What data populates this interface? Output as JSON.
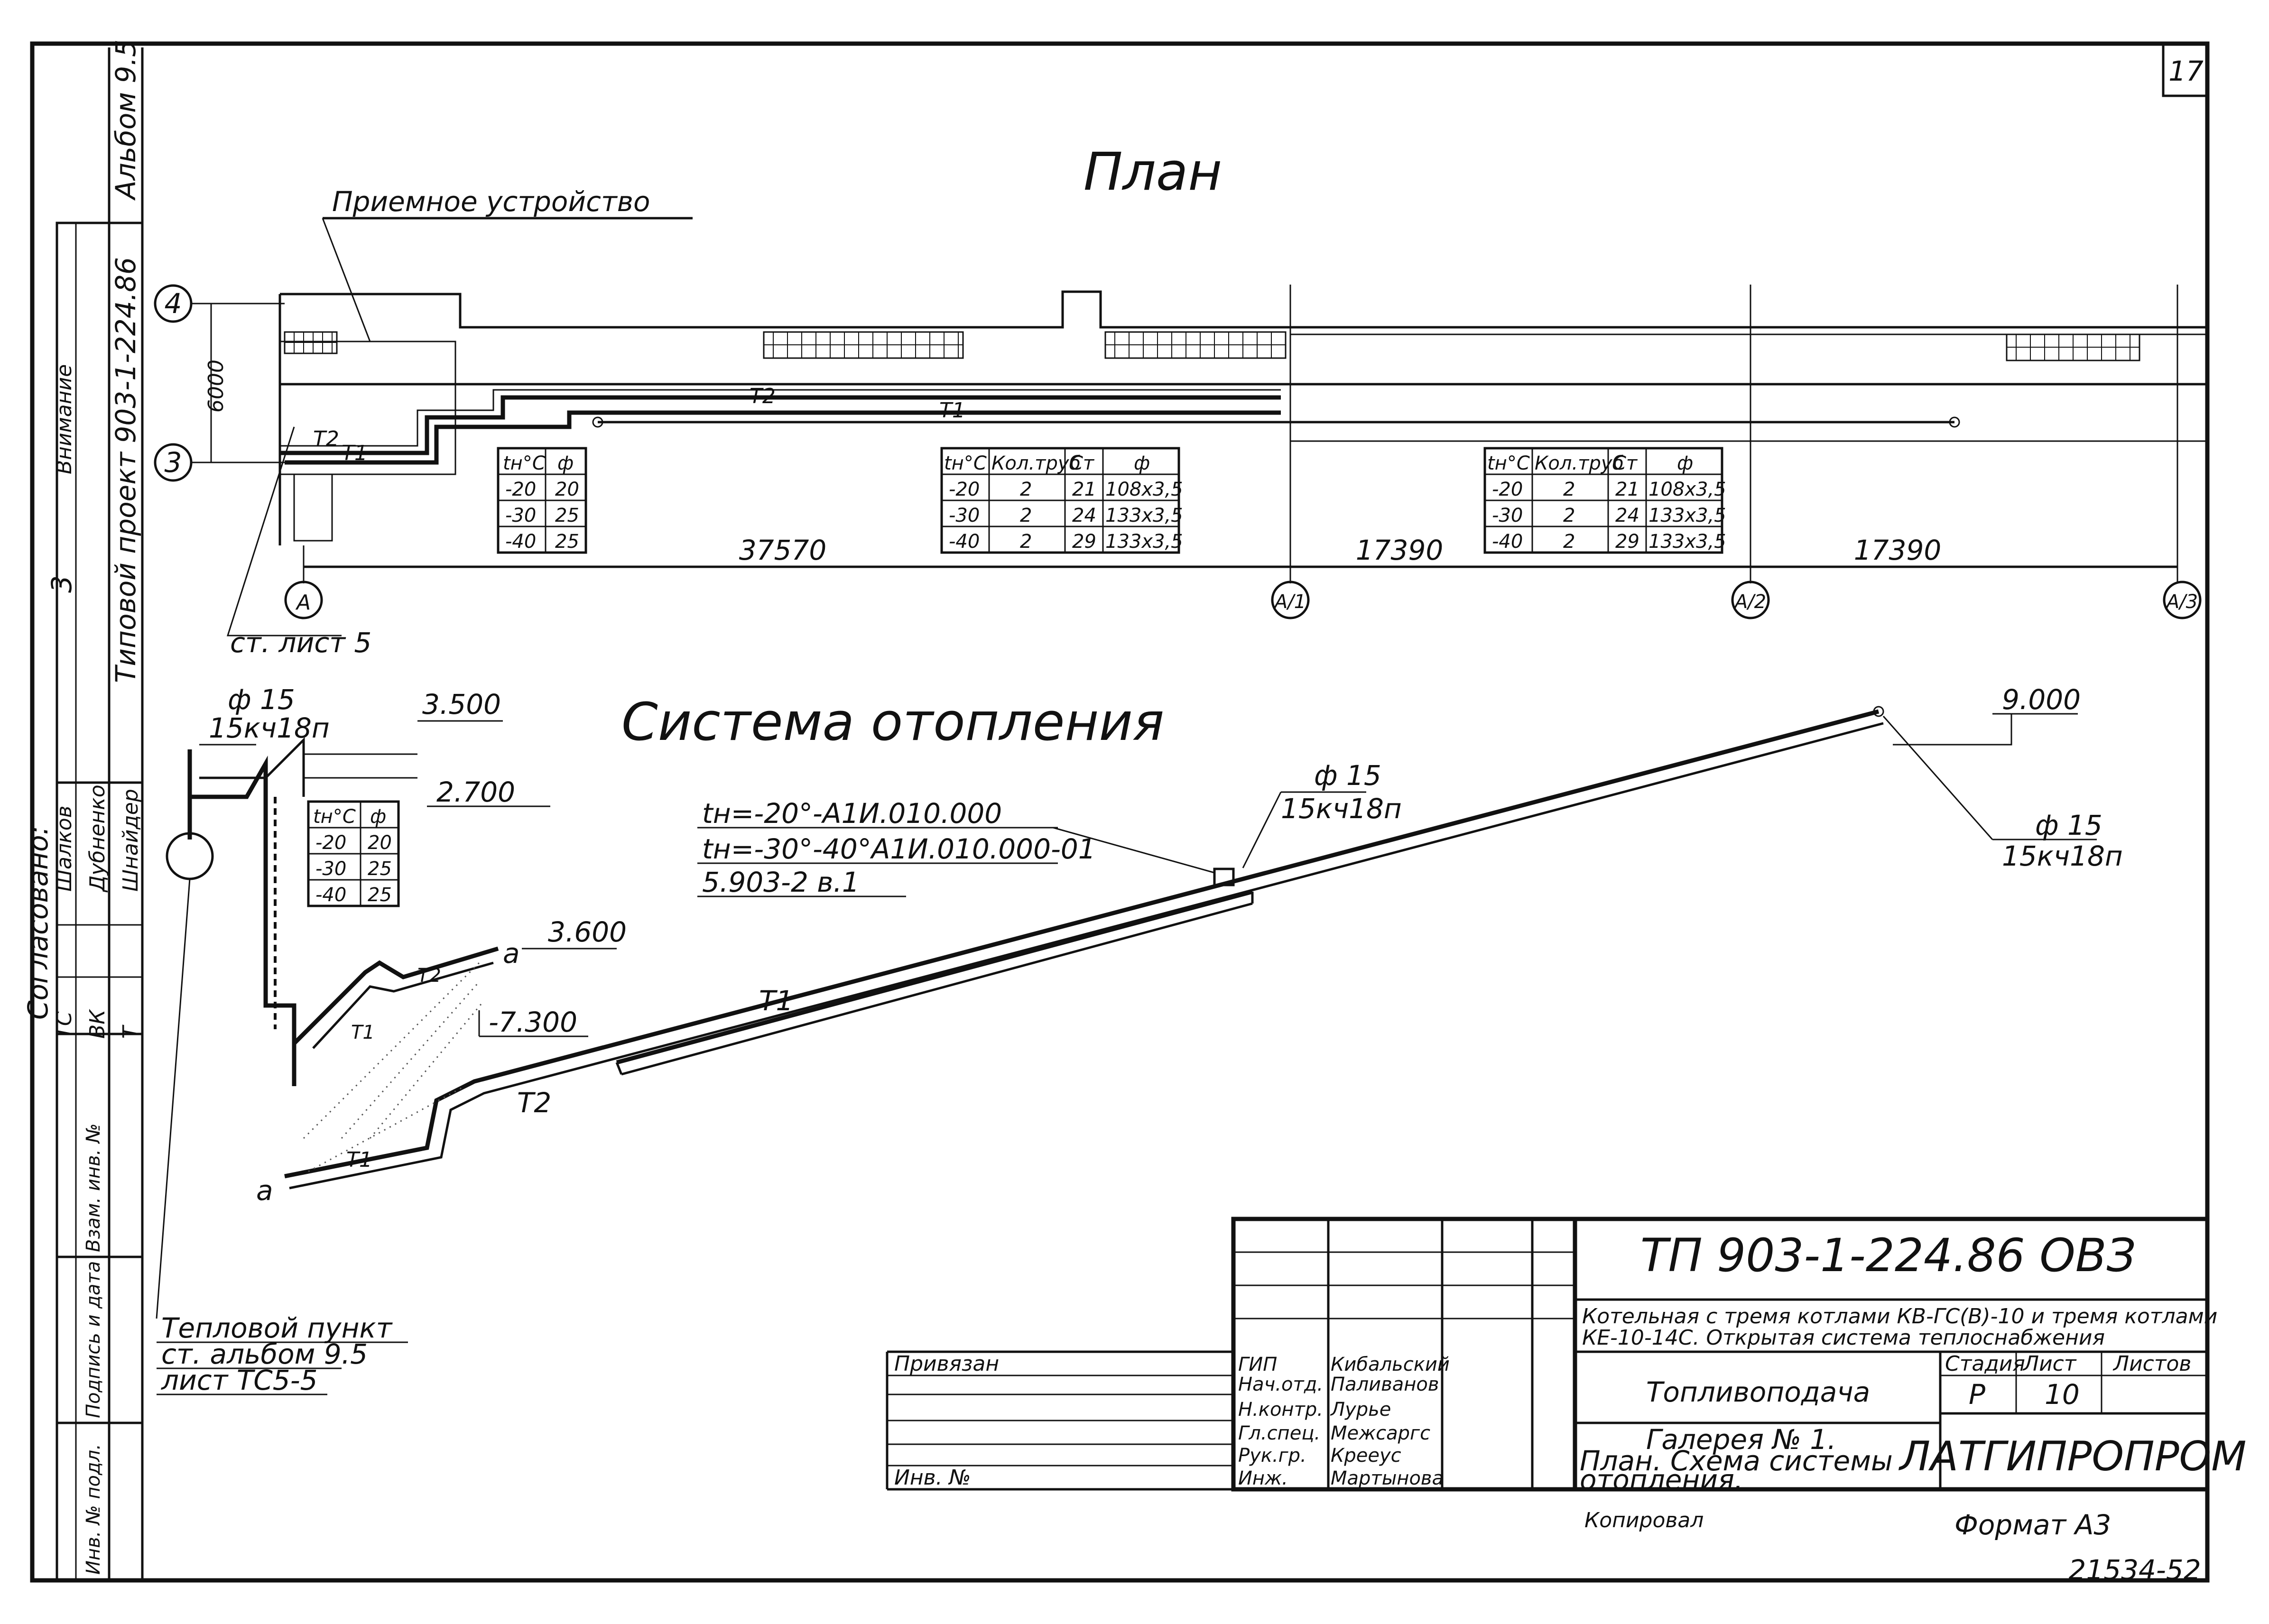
{
  "sheet": {
    "number": "17",
    "album": "Альбом 9.5",
    "project": "Типовой проект 903-1-224.86"
  },
  "side_stamp": {
    "agreed": "Согласовано:",
    "rows": [
      {
        "code": "ТС",
        "name": "Шалков"
      },
      {
        "code": "ВК",
        "name": "Дубненко"
      },
      {
        "code": "Т",
        "name": "Шнайдер"
      }
    ],
    "col_1": "3",
    "col_2": "Внимание",
    "inv_orig": "Инв. № подл.",
    "sign_date": "Подпись и дата",
    "inv_repl": "Взам. инв. №"
  },
  "plan": {
    "title": "План",
    "receiving_device": "Приемное устройство",
    "axis_rows": [
      "4",
      "3"
    ],
    "axis_cols": [
      "А",
      "А/1",
      "А/2",
      "А/3"
    ],
    "dim_vertical": "6000",
    "dims": [
      "37570",
      "17390",
      "17390"
    ],
    "see_sheet": "ст. лист 5",
    "pipe_labels": {
      "t1": "Т1",
      "t2": "Т2"
    },
    "table_small": {
      "headers": [
        "tн°С",
        "ф"
      ],
      "rows": [
        [
          "-20",
          "20"
        ],
        [
          "-30",
          "25"
        ],
        [
          "-40",
          "25"
        ]
      ]
    },
    "table_large": {
      "headers": [
        "tн°С",
        "Кол.труб",
        "Ст",
        "ф"
      ],
      "rows": [
        [
          "-20",
          "2",
          "21",
          "108х3,5"
        ],
        [
          "-30",
          "2",
          "24",
          "133х3,5"
        ],
        [
          "-40",
          "2",
          "29",
          "133х3,5"
        ]
      ]
    }
  },
  "heating": {
    "title": "Система отопления",
    "valve_d": "ф 15",
    "valve_type": "15кч18п",
    "levels": [
      "3.500",
      "2.700",
      "3.600",
      "-7.300",
      "9.000"
    ],
    "table": {
      "headers": [
        "tн°С",
        "ф"
      ],
      "rows": [
        [
          "-20",
          "20"
        ],
        [
          "-30",
          "25"
        ],
        [
          "-40",
          "25"
        ]
      ]
    },
    "spec_lines": [
      "tн=-20°-А1И.010.000",
      "tн=-30°-40°А1И.010.000-01",
      "5.903-2 в.1"
    ],
    "point_a": "а",
    "thermal_point": [
      "Тепловой пункт",
      "ст. альбом 9.5",
      "лист ТС5-5"
    ]
  },
  "title_block": {
    "code": "ТП 903-1-224.86  ОВЗ",
    "description": [
      "Котельная с тремя котлами КВ-ГС(В)-10 и тремя котлами",
      "КЕ-10-14С. Открытая система теплоснабжения"
    ],
    "tied": "Привязан",
    "inv_no": "Инв. №",
    "staff": [
      {
        "role": "ГИП",
        "name": "Кибальский"
      },
      {
        "role": "Нач.отд.",
        "name": "Паливанов"
      },
      {
        "role": "Н.контр.",
        "name": "Лурье"
      },
      {
        "role": "Гл.спец.",
        "name": "Межсаргс"
      },
      {
        "role": "Рук.гр.",
        "name": "Крееус"
      },
      {
        "role": "Инж.",
        "name": "Мартынова"
      }
    ],
    "object": "Топливоподача",
    "sheet_title": [
      "Галерея № 1.",
      "План. Схема системы",
      "отопления."
    ],
    "stage_label": "Стадия",
    "sheet_label": "Лист",
    "sheets_label": "Листов",
    "stage": "Р",
    "sheet": "10",
    "sheets": "",
    "org": "ЛАТГИПРОПРОМ",
    "copied": "Копировал",
    "format": "Формат А3",
    "archive": "21534-52"
  }
}
